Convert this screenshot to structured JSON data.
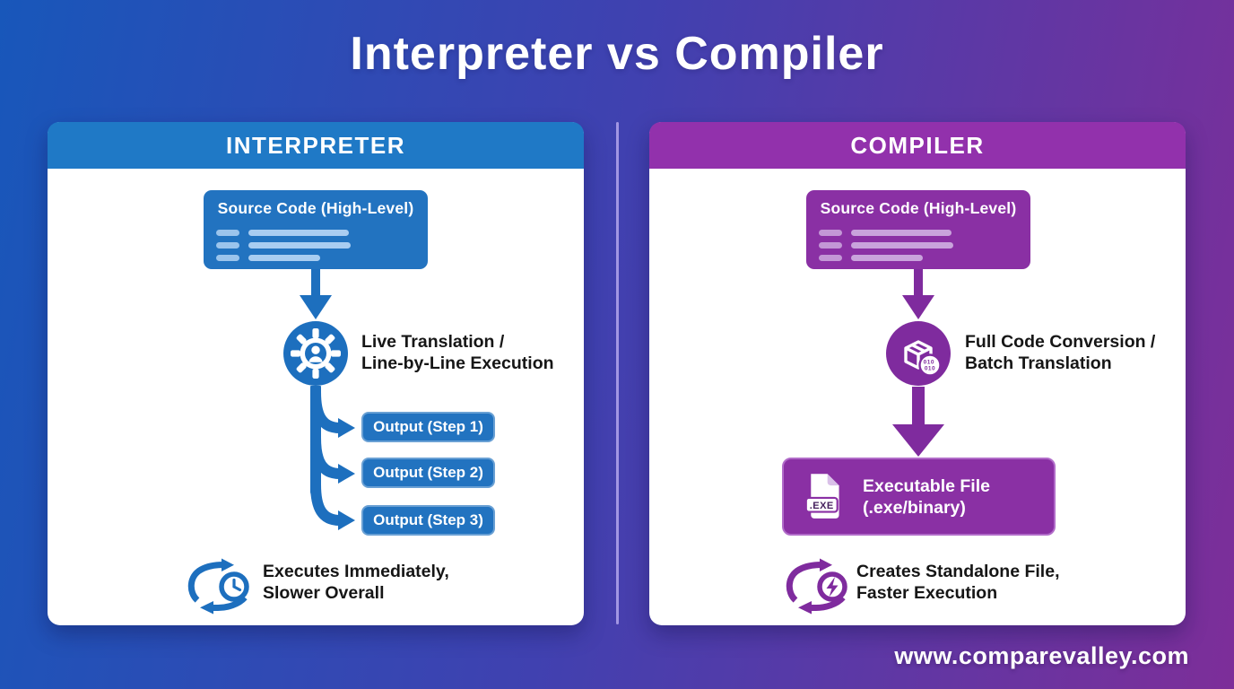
{
  "title": "Interpreter vs Compiler",
  "footer": "www.comparevalley.com",
  "interpreter": {
    "header": "INTERPRETER",
    "source_title": "Source Code (High-Level)",
    "process_line1": "Live Translation /",
    "process_line2": "Line-by-Line Execution",
    "outputs": [
      "Output (Step 1)",
      "Output (Step 2)",
      "Output (Step 3)"
    ],
    "summary_line1": "Executes Immediately,",
    "summary_line2": "Slower Overall"
  },
  "compiler": {
    "header": "COMPILER",
    "source_title": "Source Code (High-Level)",
    "process_line1": "Full Code Conversion /",
    "process_line2": "Batch Translation",
    "exe_line1": "Executable File",
    "exe_line2": "(.exe/binary)",
    "exe_badge": ".EXE",
    "binary_rows": [
      "010",
      "010"
    ],
    "summary_line1": "Creates Standalone File,",
    "summary_line2": "Faster Execution"
  },
  "icons": {
    "interpreter_process": "gear-user-icon",
    "interpreter_summary": "cycle-clock-icon",
    "compiler_process": "package-binary-icon",
    "compiler_file": "exe-file-icon",
    "compiler_summary": "cycle-lightning-icon",
    "connectors": "down-arrow-icon, branch-arrows-icon"
  },
  "colors": {
    "bg_start": "#1857ba",
    "bg_mid": "#4041b0",
    "bg_end": "#7d2e99",
    "blue_head": "#1f79c6",
    "blue_box": "#2273c0",
    "blue_main": "#1d6fbe",
    "blue_bar": "#a9cdf1",
    "purple_head": "#9231ac",
    "purple_box": "#8a30a4",
    "purple_main": "#7f2b9e",
    "purple_bar": "#c9a3dc",
    "exe_border": "#b16cc9",
    "ink": "#161616",
    "divider": "#b3a6ec"
  }
}
